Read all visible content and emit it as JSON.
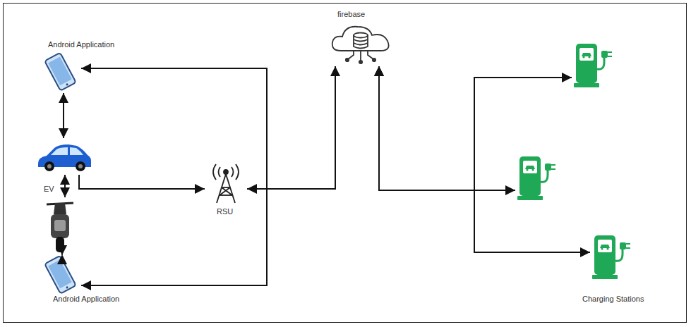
{
  "diagram": {
    "nodes": [
      {
        "text": [
          "Android Application"
        ]
      },
      {
        "text": [
          "EV"
        ]
      },
      {
        "text": []
      },
      {
        "text": [
          "Android Application"
        ]
      },
      {
        "text": [
          "RSU"
        ]
      },
      {
        "text": [
          "firebase"
        ]
      },
      {
        "text": []
      },
      {
        "text": []
      },
      {
        "text": [
          "Charging Stations"
        ]
      }
    ],
    "edges": [
      {
        "from": 0,
        "to": 1,
        "arrow": "both"
      },
      {
        "from": 1,
        "to": 2,
        "arrow": "both"
      },
      {
        "from": 2,
        "to": 3,
        "arrow": "both"
      },
      {
        "from": 1,
        "to": 4,
        "arrow": "to"
      },
      {
        "from": 4,
        "to": 5,
        "arrow": "both"
      },
      {
        "from": 4,
        "to": 0,
        "arrow": "to"
      },
      {
        "from": 4,
        "to": 3,
        "arrow": "to"
      },
      {
        "from": 5,
        "to": 6,
        "arrow": "both"
      },
      {
        "from": 5,
        "to": 7,
        "arrow": "both"
      },
      {
        "from": 5,
        "to": 8,
        "arrow": "both"
      }
    ]
  }
}
